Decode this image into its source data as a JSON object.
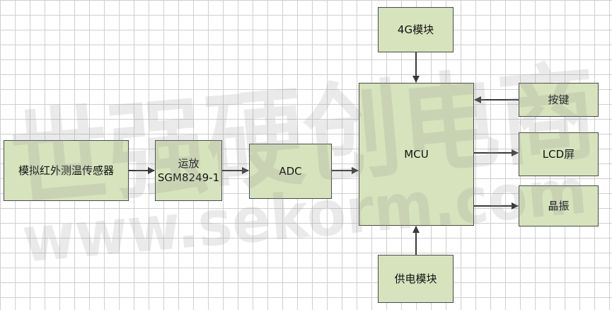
{
  "blocks": {
    "sensor": {
      "label": "模拟红外测温传感器"
    },
    "opamp": {
      "line1": "运放",
      "line2": "SGM8249-1"
    },
    "adc": {
      "label": "ADC"
    },
    "mcu": {
      "label": "MCU"
    },
    "module_4g": {
      "label": "4G模块"
    },
    "power": {
      "label": "供电模块"
    },
    "key": {
      "label": "按键"
    },
    "lcd": {
      "label": "LCD屏"
    },
    "crystal": {
      "label": "晶振"
    }
  },
  "watermark": {
    "cn": "世强硬创电商",
    "en": "www.sekorm.com"
  },
  "colors": {
    "block_fill": "#d6e3bc",
    "border": "#4a4a4a",
    "arrow": "#3a3a3a",
    "grid": "#cfcfcf"
  }
}
